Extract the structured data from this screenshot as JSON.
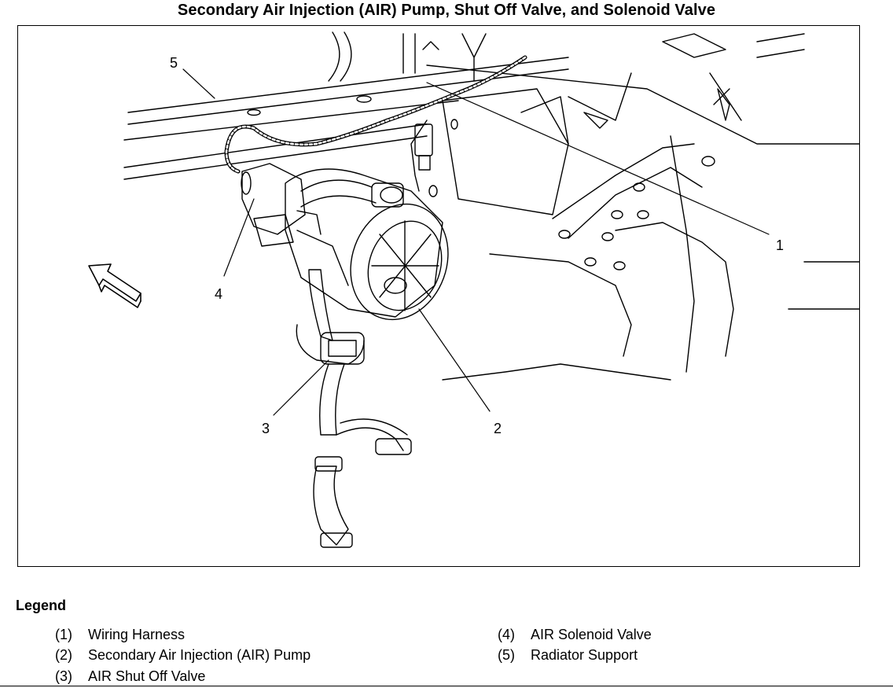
{
  "title": "Secondary Air Injection (AIR) Pump, Shut Off Valve, and Solenoid Valve",
  "callouts": [
    "1",
    "2",
    "3",
    "4",
    "5"
  ],
  "legend": {
    "heading": "Legend",
    "items": [
      {
        "num": "(1)",
        "label": "Wiring Harness"
      },
      {
        "num": "(2)",
        "label": "Secondary Air Injection (AIR) Pump"
      },
      {
        "num": "(3)",
        "label": "AIR Shut Off Valve"
      },
      {
        "num": "(4)",
        "label": "AIR Solenoid Valve"
      },
      {
        "num": "(5)",
        "label": "Radiator Support"
      }
    ]
  }
}
